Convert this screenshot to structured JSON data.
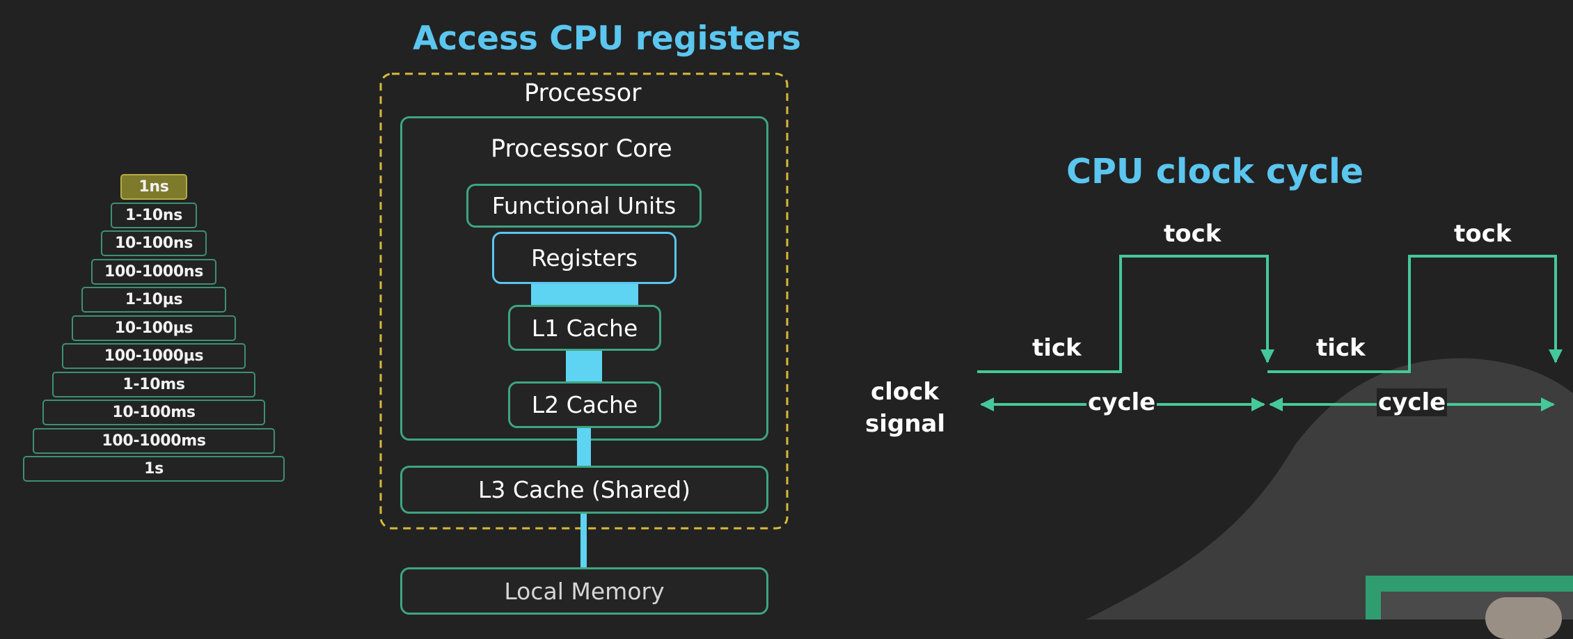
{
  "latency_pyramid": {
    "rows": [
      "1ns",
      "1-10ns",
      "10-100ns",
      "100-1000ns",
      "1-10µs",
      "10-100µs",
      "100-1000µs",
      "1-10ms",
      "10-100ms",
      "100-1000ms",
      "1s"
    ],
    "highlight_index": 0,
    "highlight_color": "#7e7a2b",
    "border_color": "#3f8f74"
  },
  "processor_diagram": {
    "title": "Access CPU registers",
    "processor_label": "Processor",
    "core_label": "Processor Core",
    "functional_units": "Functional Units",
    "registers": "Registers",
    "l1_cache": "L1 Cache",
    "l2_cache": "L2 Cache",
    "l3_cache": "L3 Cache (Shared)",
    "local_memory": "Local Memory",
    "colors": {
      "title": "#5bc6ef",
      "box_border": "#3ea582",
      "registers_border": "#5bc6ef",
      "processor_border": "#d8b93a",
      "connector": "#5fd3f2"
    }
  },
  "clock_diagram": {
    "title": "CPU clock cycle",
    "signal_label_line1": "clock",
    "signal_label_line2": "signal",
    "tick_label": "tick",
    "tock_label": "tock",
    "cycle_label": "cycle",
    "cycles_shown": 2,
    "line_color": "#45c89a"
  },
  "presenter_overlay": {
    "frame_color": "#2f9d6f"
  }
}
